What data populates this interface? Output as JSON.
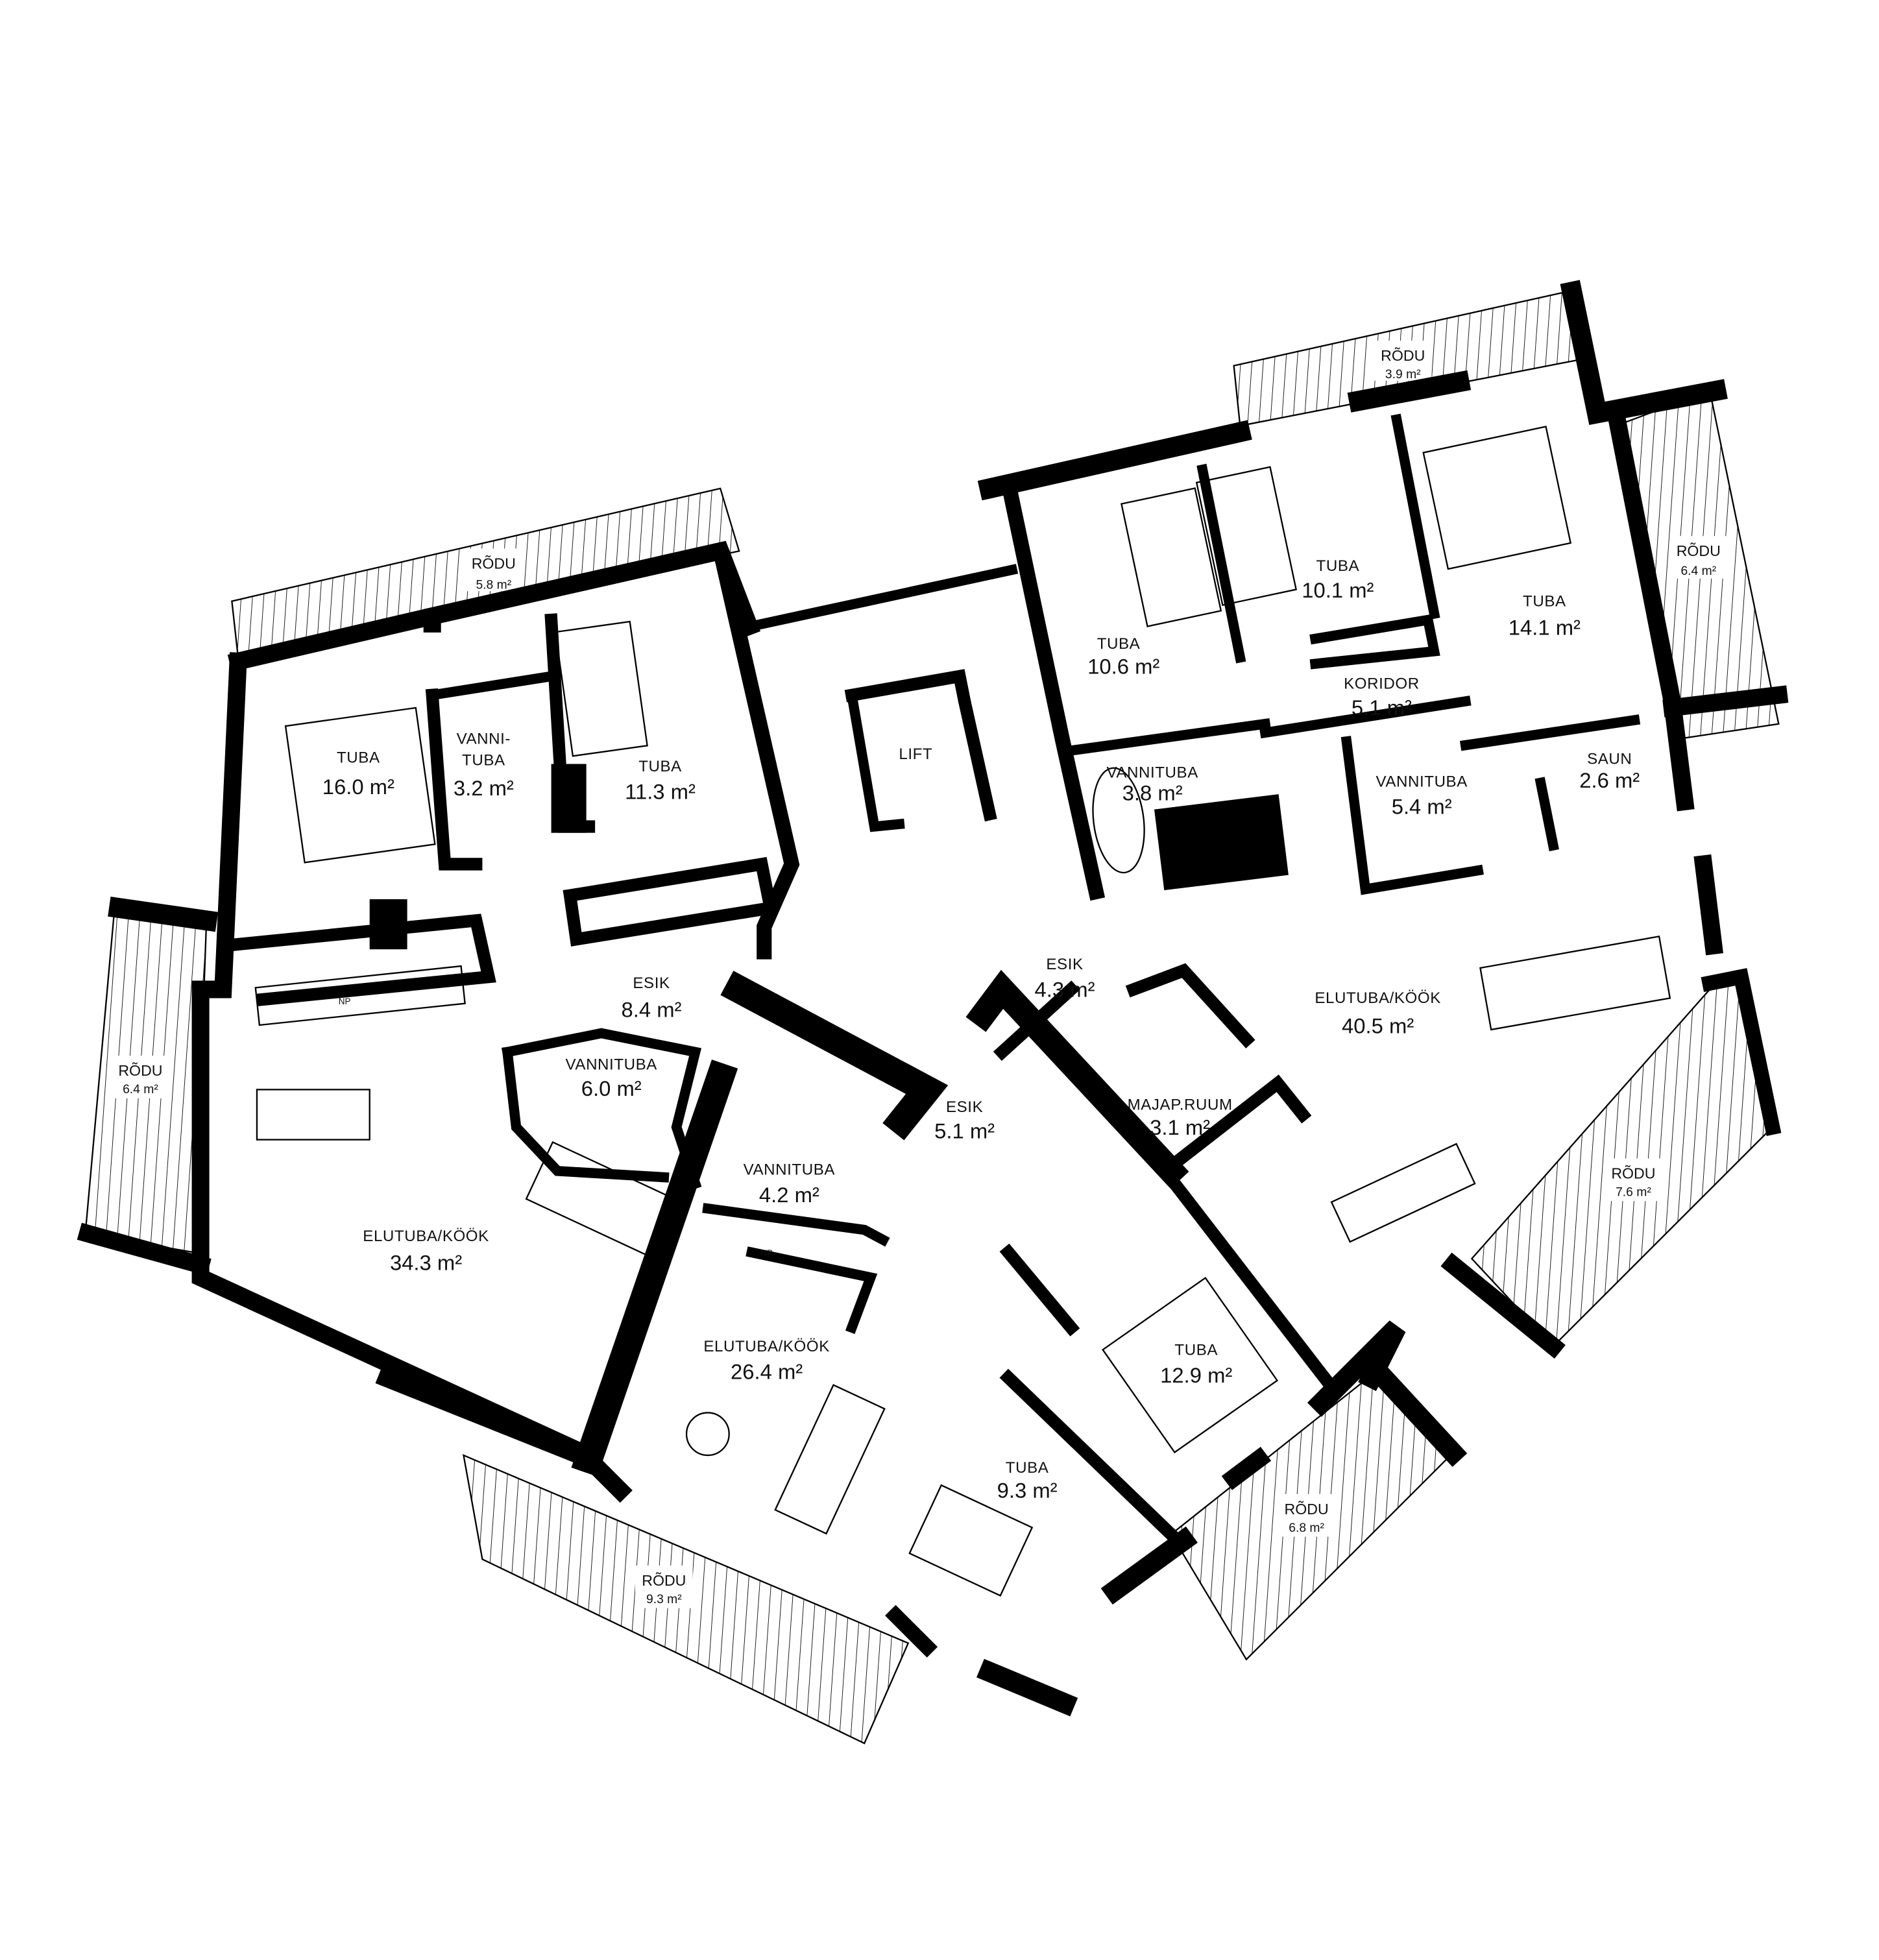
{
  "plan": {
    "colors": {
      "wall": "#000000",
      "background": "#ffffff",
      "line": "#000000"
    },
    "rooms": [
      {
        "id": "tuba-16",
        "name": "TUBA",
        "area": "16.0 m²"
      },
      {
        "id": "vannituba-3-2",
        "name": "VANNI-",
        "name2": "TUBA",
        "area": "3.2 m²"
      },
      {
        "id": "tuba-11-3",
        "name": "TUBA",
        "area": "11.3 m²"
      },
      {
        "id": "lift",
        "name": "LIFT"
      },
      {
        "id": "tuba-10-6",
        "name": "TUBA",
        "area": "10.6 m²"
      },
      {
        "id": "tuba-10-1",
        "name": "TUBA",
        "area": "10.1 m²"
      },
      {
        "id": "tuba-14-1",
        "name": "TUBA",
        "area": "14.1 m²"
      },
      {
        "id": "koridor",
        "name": "KORIDOR",
        "area": "5.1 m²"
      },
      {
        "id": "vannituba-3-8",
        "name": "VANNITUBA",
        "area": "3.8 m²"
      },
      {
        "id": "vannituba-5-4",
        "name": "VANNITUBA",
        "area": "5.4 m²"
      },
      {
        "id": "saun",
        "name": "SAUN",
        "area": "2.6 m²"
      },
      {
        "id": "esik-8-4",
        "name": "ESIK",
        "area": "8.4 m²"
      },
      {
        "id": "esik-4-3",
        "name": "ESIK",
        "area": "4.3 m²"
      },
      {
        "id": "elutuba-40-5",
        "name": "ELUTUBA/KÖÖK",
        "area": "40.5 m²"
      },
      {
        "id": "vannituba-6-0",
        "name": "VANNITUBA",
        "area": "6.0 m²"
      },
      {
        "id": "majap-ruum",
        "name": "MAJAP.RUUM",
        "area": "3.1 m²"
      },
      {
        "id": "esik-5-1",
        "name": "ESIK",
        "area": "5.1 m²"
      },
      {
        "id": "vannituba-4-2",
        "name": "VANNITUBA",
        "area": "4.2 m²"
      },
      {
        "id": "elutuba-34-3",
        "name": "ELUTUBA/KÖÖK",
        "area": "34.3 m²"
      },
      {
        "id": "elutuba-26-4",
        "name": "ELUTUBA/KÖÖK",
        "area": "26.4 m²"
      },
      {
        "id": "tuba-12-9",
        "name": "TUBA",
        "area": "12.9 m²"
      },
      {
        "id": "tuba-9-3",
        "name": "TUBA",
        "area": "9.3 m²"
      }
    ],
    "balconies": [
      {
        "id": "rodu-5-8",
        "name": "RÕDU",
        "area": "5.8 m²"
      },
      {
        "id": "rodu-3-9",
        "name": "RÕDU",
        "area": "3.9 m²"
      },
      {
        "id": "rodu-6-4-right",
        "name": "RÕDU",
        "area": "6.4 m²"
      },
      {
        "id": "rodu-6-4-left",
        "name": "RÕDU",
        "area": "6.4 m²"
      },
      {
        "id": "rodu-7-6",
        "name": "RÕDU",
        "area": "7.6 m²"
      },
      {
        "id": "rodu-6-8",
        "name": "RÕDU",
        "area": "6.8 m²"
      },
      {
        "id": "rodu-9-3",
        "name": "RÕDU",
        "area": "9.3 m²"
      }
    ],
    "appliance_marks": [
      "NP",
      "NP"
    ]
  }
}
